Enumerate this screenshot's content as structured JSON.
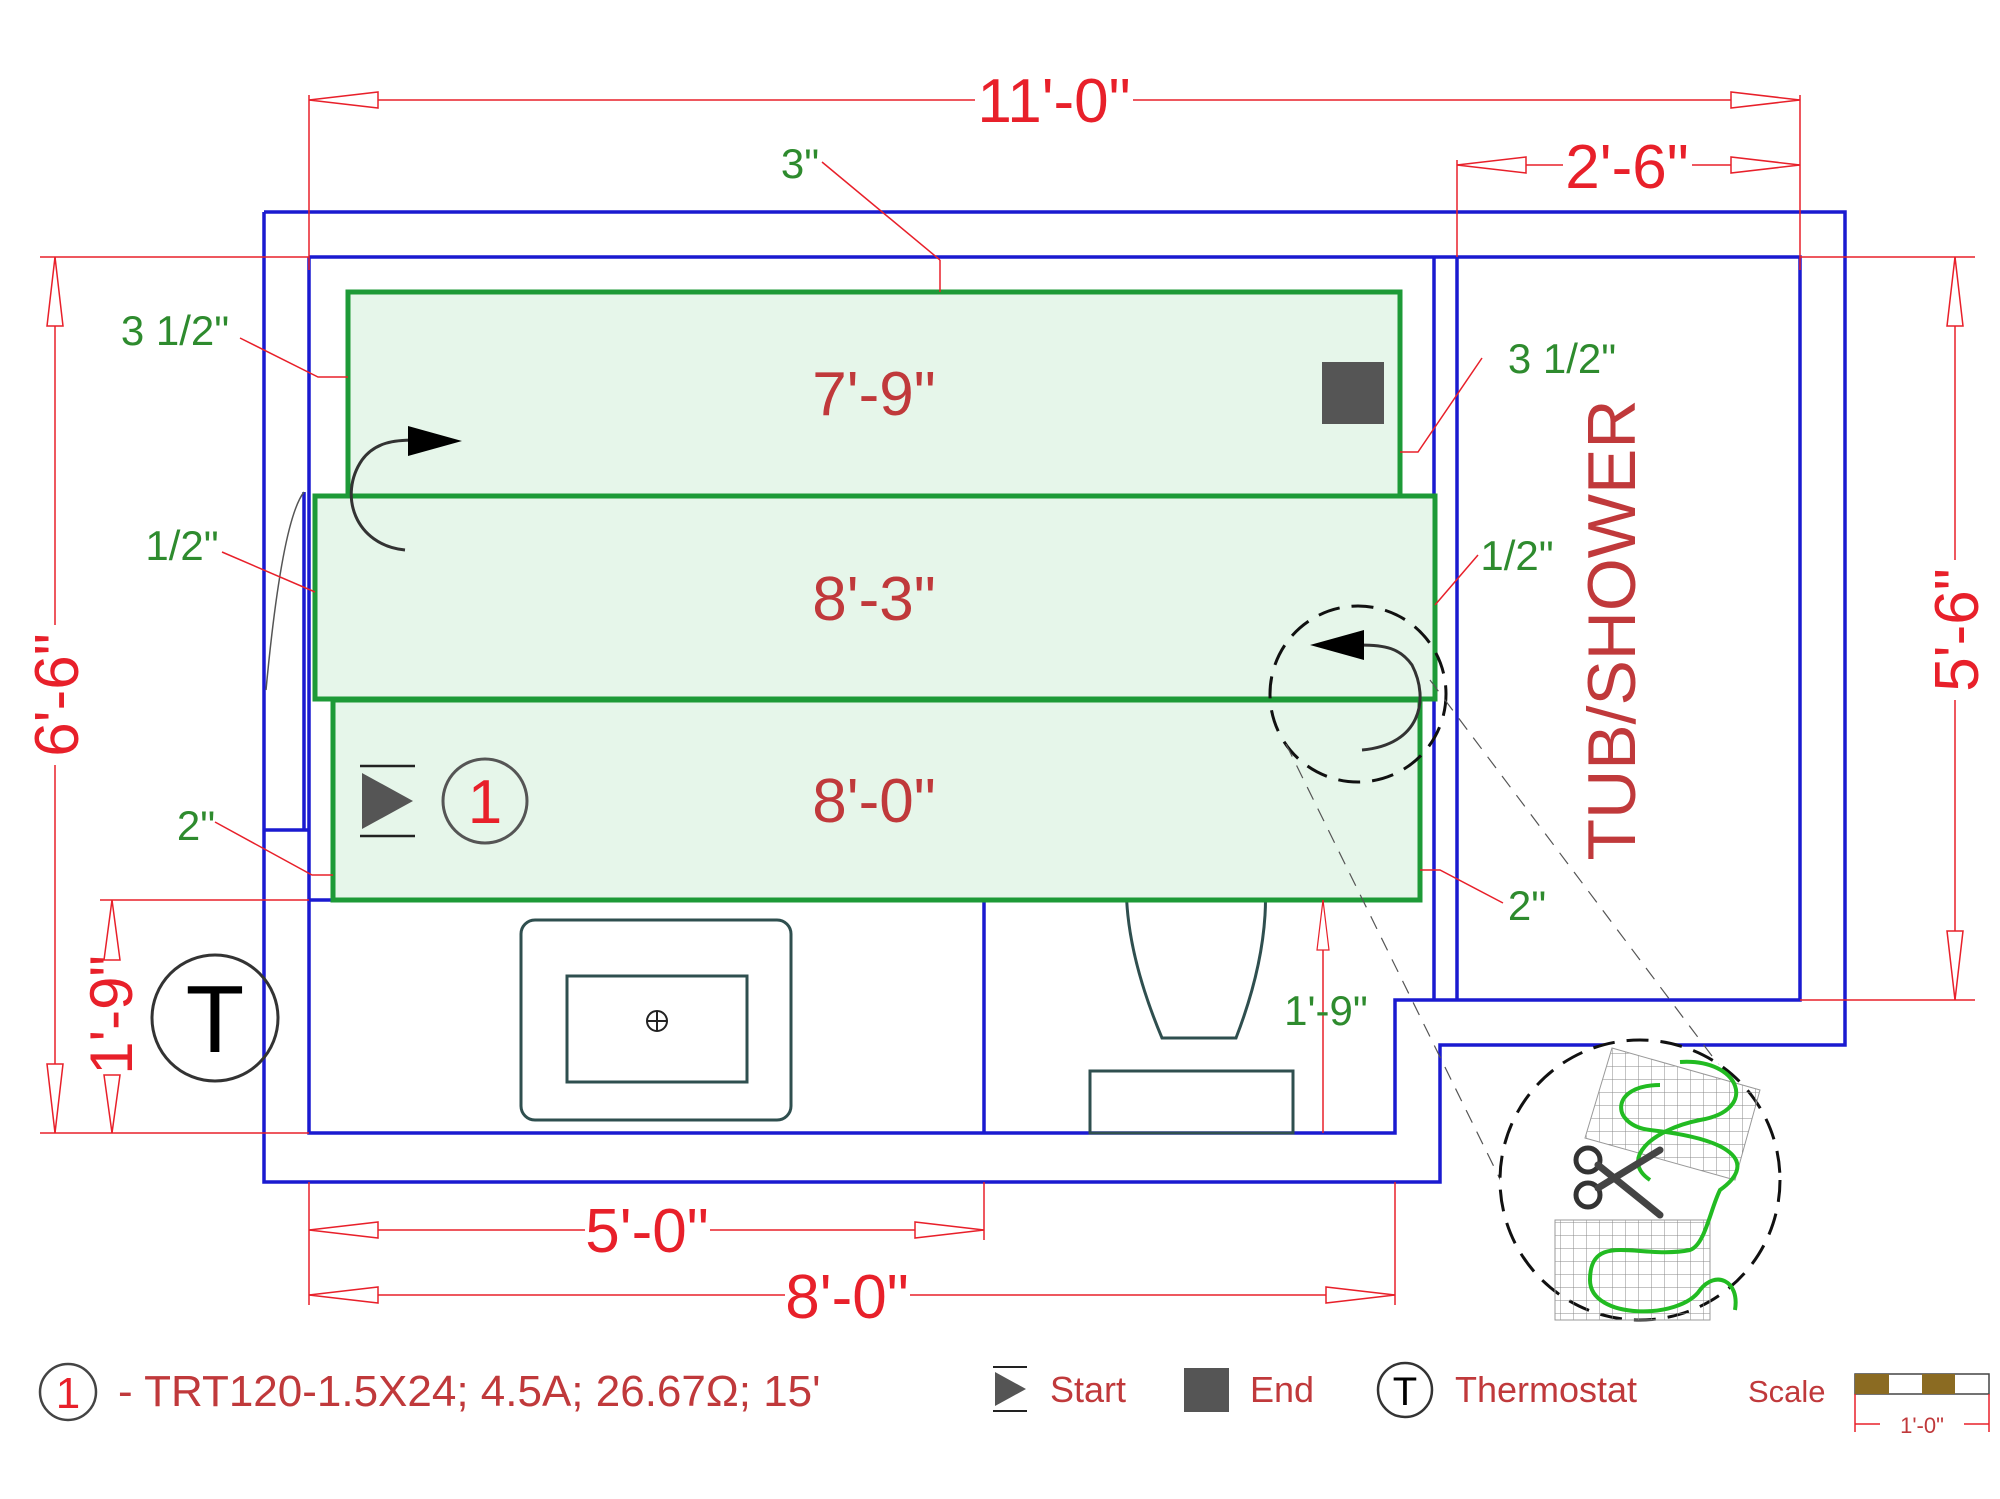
{
  "dimensions": {
    "overall_width": "11'-0\"",
    "tub_width": "2'-6\"",
    "overall_depth": "6'-6\"",
    "tub_depth": "5'-6\"",
    "vanity_width": "5'-0\"",
    "floor_width": "8'-0\"",
    "thermostat_height": "1'-9\"",
    "toilet_clearance": "1'-9\""
  },
  "gaps": {
    "top": "3\"",
    "left_top": "3 1/2\"",
    "right_top": "3 1/2\"",
    "left_mid": "1/2\"",
    "right_mid": "1/2\"",
    "left_bottom": "2\"",
    "right_bottom": "2\""
  },
  "mat_rows": [
    "7'-9\"",
    "8'-3\"",
    "8'-0\""
  ],
  "room_labels": {
    "tub": "TUB/SHOWER"
  },
  "markers": {
    "thermostat": "T",
    "circuit_number": "1"
  },
  "legend": {
    "circuit_number": "1",
    "circuit_text": "- TRT120-1.5X24; 4.5A; 26.67Ω; 15'",
    "start": "Start",
    "end": "End",
    "thermostat_symbol": "T",
    "thermostat": "Thermostat",
    "scale": "Scale",
    "scale_unit": "1'-0\""
  },
  "colors": {
    "dimension": "#e8202a",
    "wall": "#1a1ad0",
    "mat_fill": "#e6f6ea",
    "mat_outline": "#1d9a37",
    "gap_text": "#2e8b2e",
    "scale_brown": "#8b6b22"
  }
}
